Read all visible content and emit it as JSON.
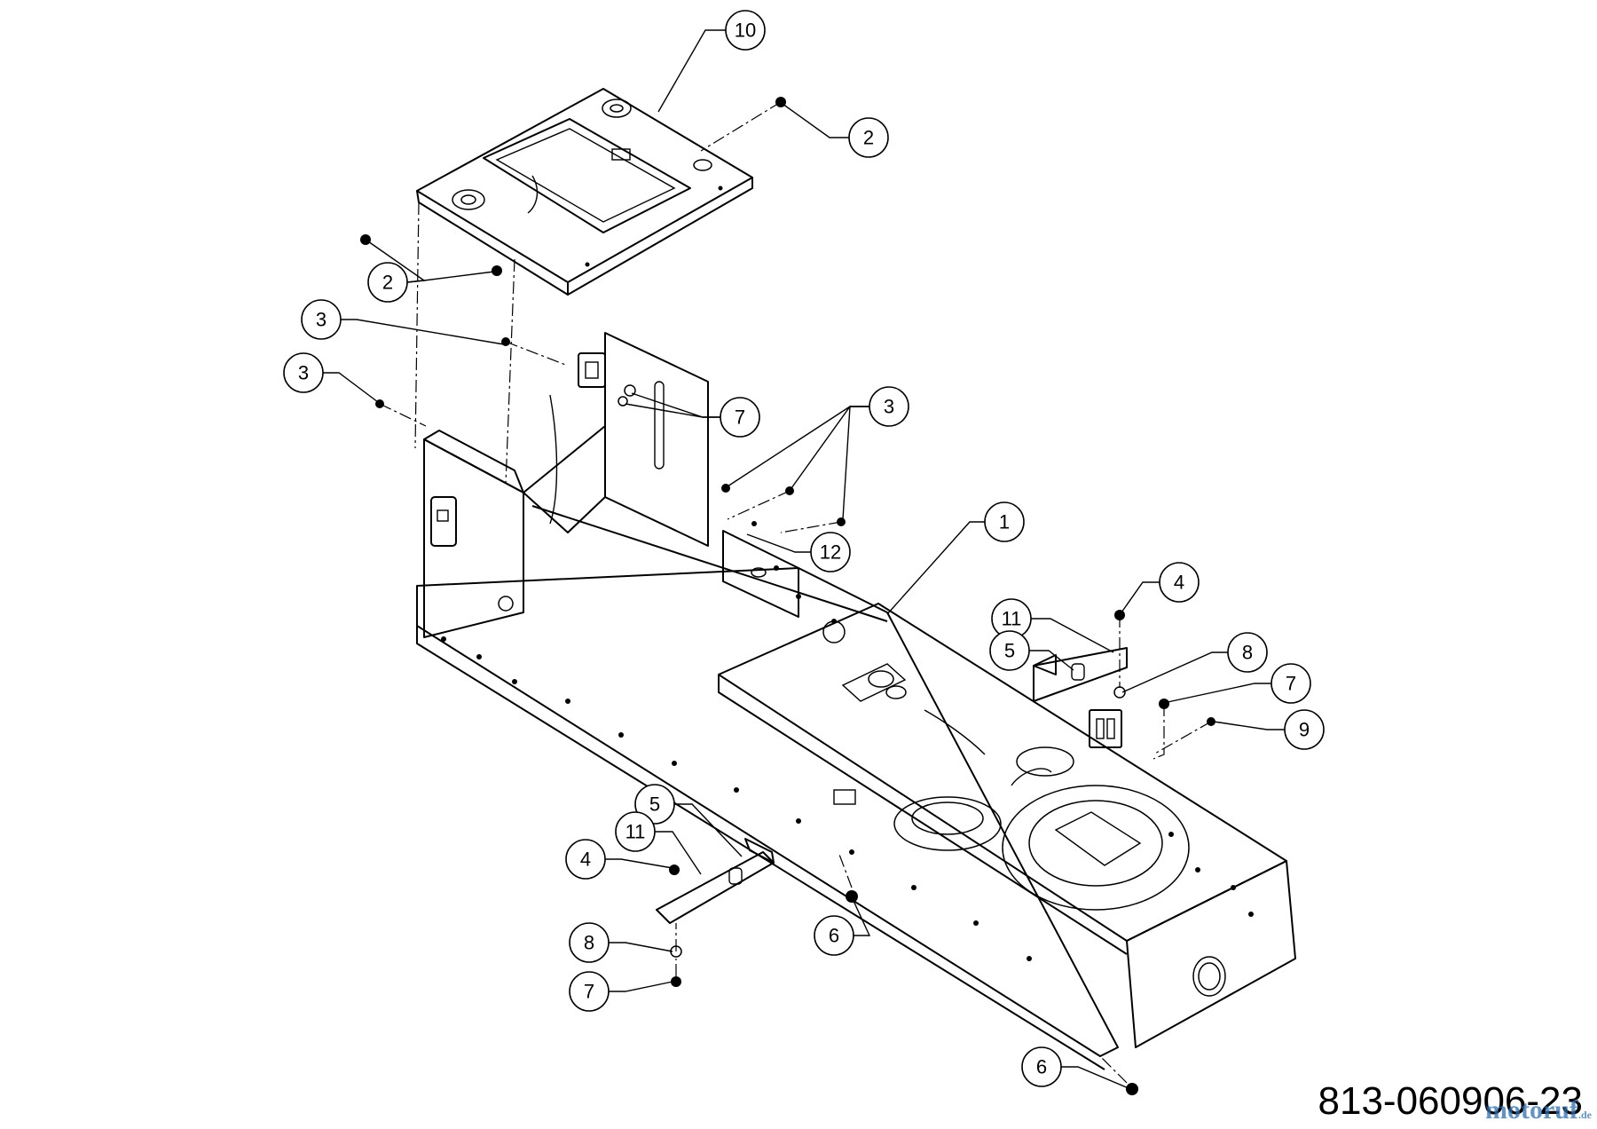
{
  "diagram": {
    "callouts": [
      {
        "id": "c-10",
        "label": "10"
      },
      {
        "id": "c-2a",
        "label": "2"
      },
      {
        "id": "c-2b",
        "label": "2"
      },
      {
        "id": "c-3a",
        "label": "3"
      },
      {
        "id": "c-3b",
        "label": "3"
      },
      {
        "id": "c-3c",
        "label": "3"
      },
      {
        "id": "c-7a",
        "label": "7"
      },
      {
        "id": "c-12",
        "label": "12"
      },
      {
        "id": "c-1",
        "label": "1"
      },
      {
        "id": "c-4a",
        "label": "4"
      },
      {
        "id": "c-11a",
        "label": "11"
      },
      {
        "id": "c-5a",
        "label": "5"
      },
      {
        "id": "c-8a",
        "label": "8"
      },
      {
        "id": "c-7b",
        "label": "7"
      },
      {
        "id": "c-9",
        "label": "9"
      },
      {
        "id": "c-5b",
        "label": "5"
      },
      {
        "id": "c-11b",
        "label": "11"
      },
      {
        "id": "c-4b",
        "label": "4"
      },
      {
        "id": "c-8b",
        "label": "8"
      },
      {
        "id": "c-7c",
        "label": "7"
      },
      {
        "id": "c-6a",
        "label": "6"
      },
      {
        "id": "c-6b",
        "label": "6"
      }
    ],
    "part_number": "813-060906-23",
    "watermark": {
      "text": "motoruf",
      "suffix": ".de"
    }
  }
}
